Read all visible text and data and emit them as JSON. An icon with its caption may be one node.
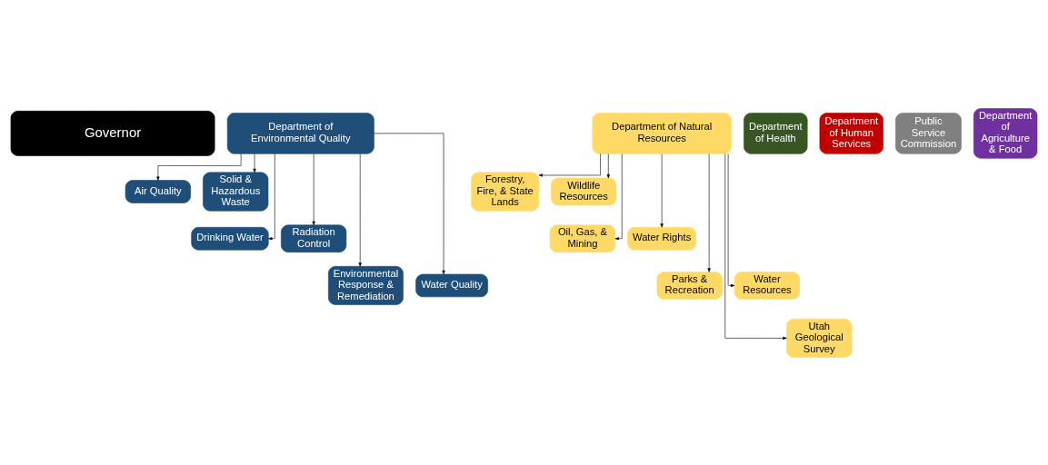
{
  "diagram": {
    "nodes": [
      {
        "text": [
          "Governor"
        ]
      },
      {
        "text": [
          "Department of Environmental Quality"
        ]
      },
      {
        "text": [
          "Department of Natural Resources"
        ]
      },
      {
        "text": [
          "Department of Health"
        ]
      },
      {
        "text": [
          "Department of Human Services"
        ]
      },
      {
        "text": [
          "Public Service Commission"
        ]
      },
      {
        "text": [
          "Department of Agriculture & Food"
        ]
      },
      {
        "text": [
          "Air Quality"
        ]
      },
      {
        "text": [
          "Solid & Hazardous Waste"
        ]
      },
      {
        "text": [
          "Drinking Water"
        ]
      },
      {
        "text": [
          "Radiation Control"
        ]
      },
      {
        "text": [
          "Environmental Response & Remediation"
        ]
      },
      {
        "text": [
          "Water Quality"
        ]
      },
      {
        "text": [
          "Forestry, Fire, & State Lands"
        ]
      },
      {
        "text": [
          "Wildlife Resources"
        ]
      },
      {
        "text": [
          "Oil, Gas, & Mining"
        ]
      },
      {
        "text": [
          "Water Rights"
        ]
      },
      {
        "text": [
          "Parks & Recreation"
        ]
      },
      {
        "text": [
          "Water Resources"
        ]
      },
      {
        "text": [
          "Utah Geological Survey"
        ]
      }
    ],
    "edges": [
      {
        "from": 1,
        "to": 7,
        "arrow": "to"
      },
      {
        "from": 1,
        "to": 8,
        "arrow": "to"
      },
      {
        "from": 1,
        "to": 9,
        "arrow": "to"
      },
      {
        "from": 1,
        "to": 10,
        "arrow": "to"
      },
      {
        "from": 1,
        "to": 11,
        "arrow": "to"
      },
      {
        "from": 1,
        "to": 12,
        "arrow": "to"
      },
      {
        "from": 2,
        "to": 13,
        "arrow": "to"
      },
      {
        "from": 2,
        "to": 14,
        "arrow": "to"
      },
      {
        "from": 2,
        "to": 15,
        "arrow": "to"
      },
      {
        "from": 2,
        "to": 16,
        "arrow": "to"
      },
      {
        "from": 2,
        "to": 17,
        "arrow": "to"
      },
      {
        "from": 2,
        "to": 18,
        "arrow": "to"
      },
      {
        "from": 2,
        "to": 19,
        "arrow": "to"
      }
    ]
  }
}
